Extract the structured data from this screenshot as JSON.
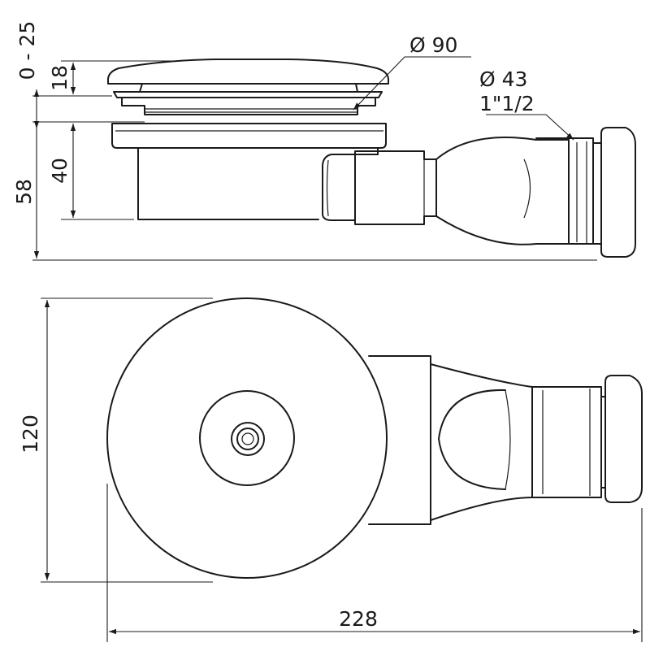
{
  "dimensions": {
    "adjust_range": "0 - 25",
    "grate_height": "18",
    "body_height": "40",
    "total_height": "58",
    "grate_diameter": "Ø 90",
    "outlet_diameter": "Ø 43",
    "outlet_thread": "1\"1/2",
    "top_width": "120",
    "total_length": "228"
  },
  "colors": {
    "stroke": "#1a1a1a",
    "background": "#ffffff"
  }
}
